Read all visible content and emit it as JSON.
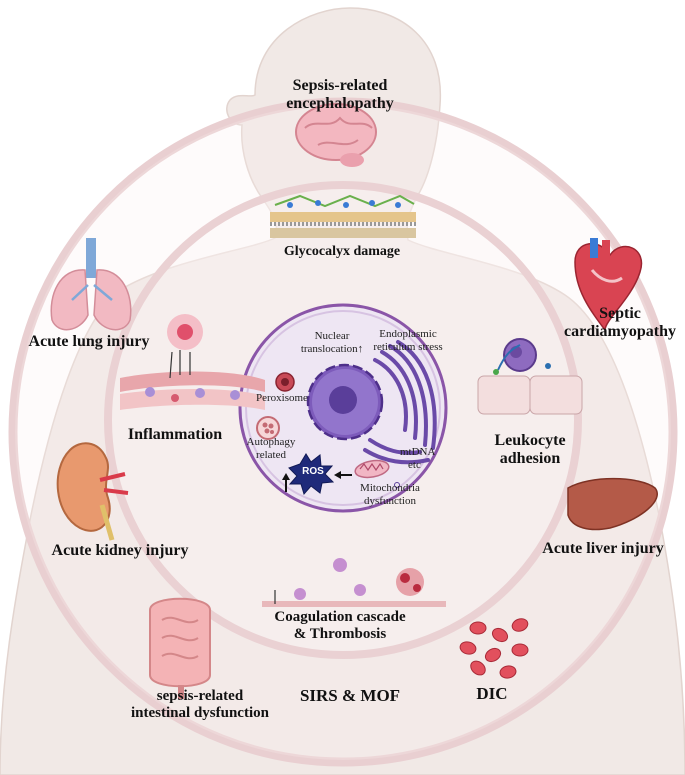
{
  "organs": {
    "brain": {
      "line1": "Sepsis-related",
      "line2": "encephalopathy"
    },
    "lung": {
      "label": "Acute lung injury"
    },
    "heart": {
      "line1": "Septic",
      "line2": "cardiamyopathy"
    },
    "kidney": {
      "label": "Acute kidney injury"
    },
    "liver": {
      "label": "Acute liver injury"
    },
    "intestine": {
      "line1": "sepsis-related",
      "line2": "intestinal dysfunction"
    },
    "dic": {
      "label": "DIC"
    },
    "sirs": {
      "label": "SIRS & MOF"
    }
  },
  "mechanisms": {
    "glycocalyx": {
      "label": "Glycocalyx damage"
    },
    "inflammation": {
      "label": "Inflammation"
    },
    "leukocyte": {
      "line1": "Leukocyte",
      "line2": "adhesion"
    },
    "coagulation": {
      "line1": "Coagulation cascade",
      "line2": "& Thrombosis"
    }
  },
  "cell": {
    "nuclear": {
      "line1": "Nuclear",
      "line2": "translocation",
      "arrow": "↑"
    },
    "er": {
      "line1": "Endoplasmic",
      "line2": "reticulum stress"
    },
    "peroxisome": {
      "label": "Peroxisome"
    },
    "autophagy": {
      "line1": "Autophagy",
      "line2": "related"
    },
    "mtdna": {
      "line1": "mtDNA",
      "line2": "etc"
    },
    "mito": {
      "line1": "Mitochondria",
      "line2": "dysfunction"
    },
    "ros": {
      "label": "ROS"
    }
  },
  "colors": {
    "ring": "#e8c7c9",
    "body": "#f0e8e5",
    "cell_border": "#8a55a8",
    "nucleus": "#7a56b8",
    "ros_fill": "#1f2a7a"
  }
}
